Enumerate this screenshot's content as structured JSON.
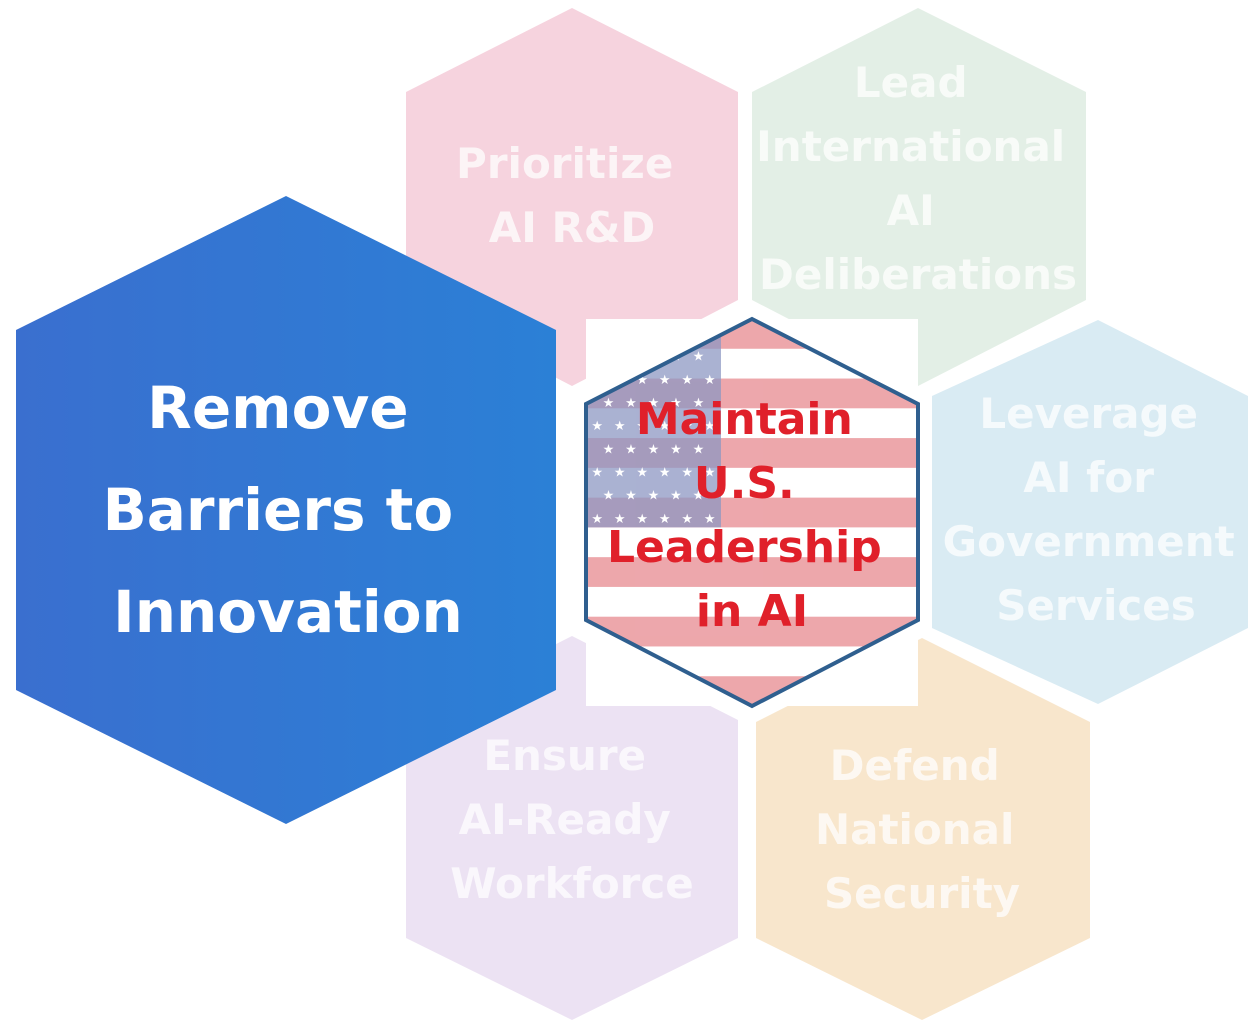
{
  "diagram": {
    "center": {
      "lines": [
        "Maintain",
        "U.S.",
        "Leadership",
        "in AI"
      ],
      "text_color": "#e0202a",
      "border_color": "#2f5f8f",
      "flag_red": "#d9434c",
      "flag_blue": "#7a86b8"
    },
    "focus": {
      "lines": [
        "Remove",
        "Barriers to",
        "Innovation"
      ],
      "color_start": "#3a6fcf",
      "color_end": "#2b80d6",
      "text_color": "#ffffff"
    },
    "pillars": [
      {
        "lines": [
          "Prioritize",
          "AI R&D"
        ],
        "color": "#f6d3de"
      },
      {
        "lines": [
          "Lead",
          "International",
          "AI",
          "Deliberations"
        ],
        "color": "#e3efe6"
      },
      {
        "lines": [
          "Leverage",
          "AI for",
          "Government",
          "Services"
        ],
        "color": "#d9ebf3"
      },
      {
        "lines": [
          "Defend",
          "National",
          "Security"
        ],
        "color": "#f8e6cc"
      },
      {
        "lines": [
          "Ensure",
          "AI-Ready",
          "Workforce"
        ],
        "color": "#ece2f3"
      }
    ]
  }
}
